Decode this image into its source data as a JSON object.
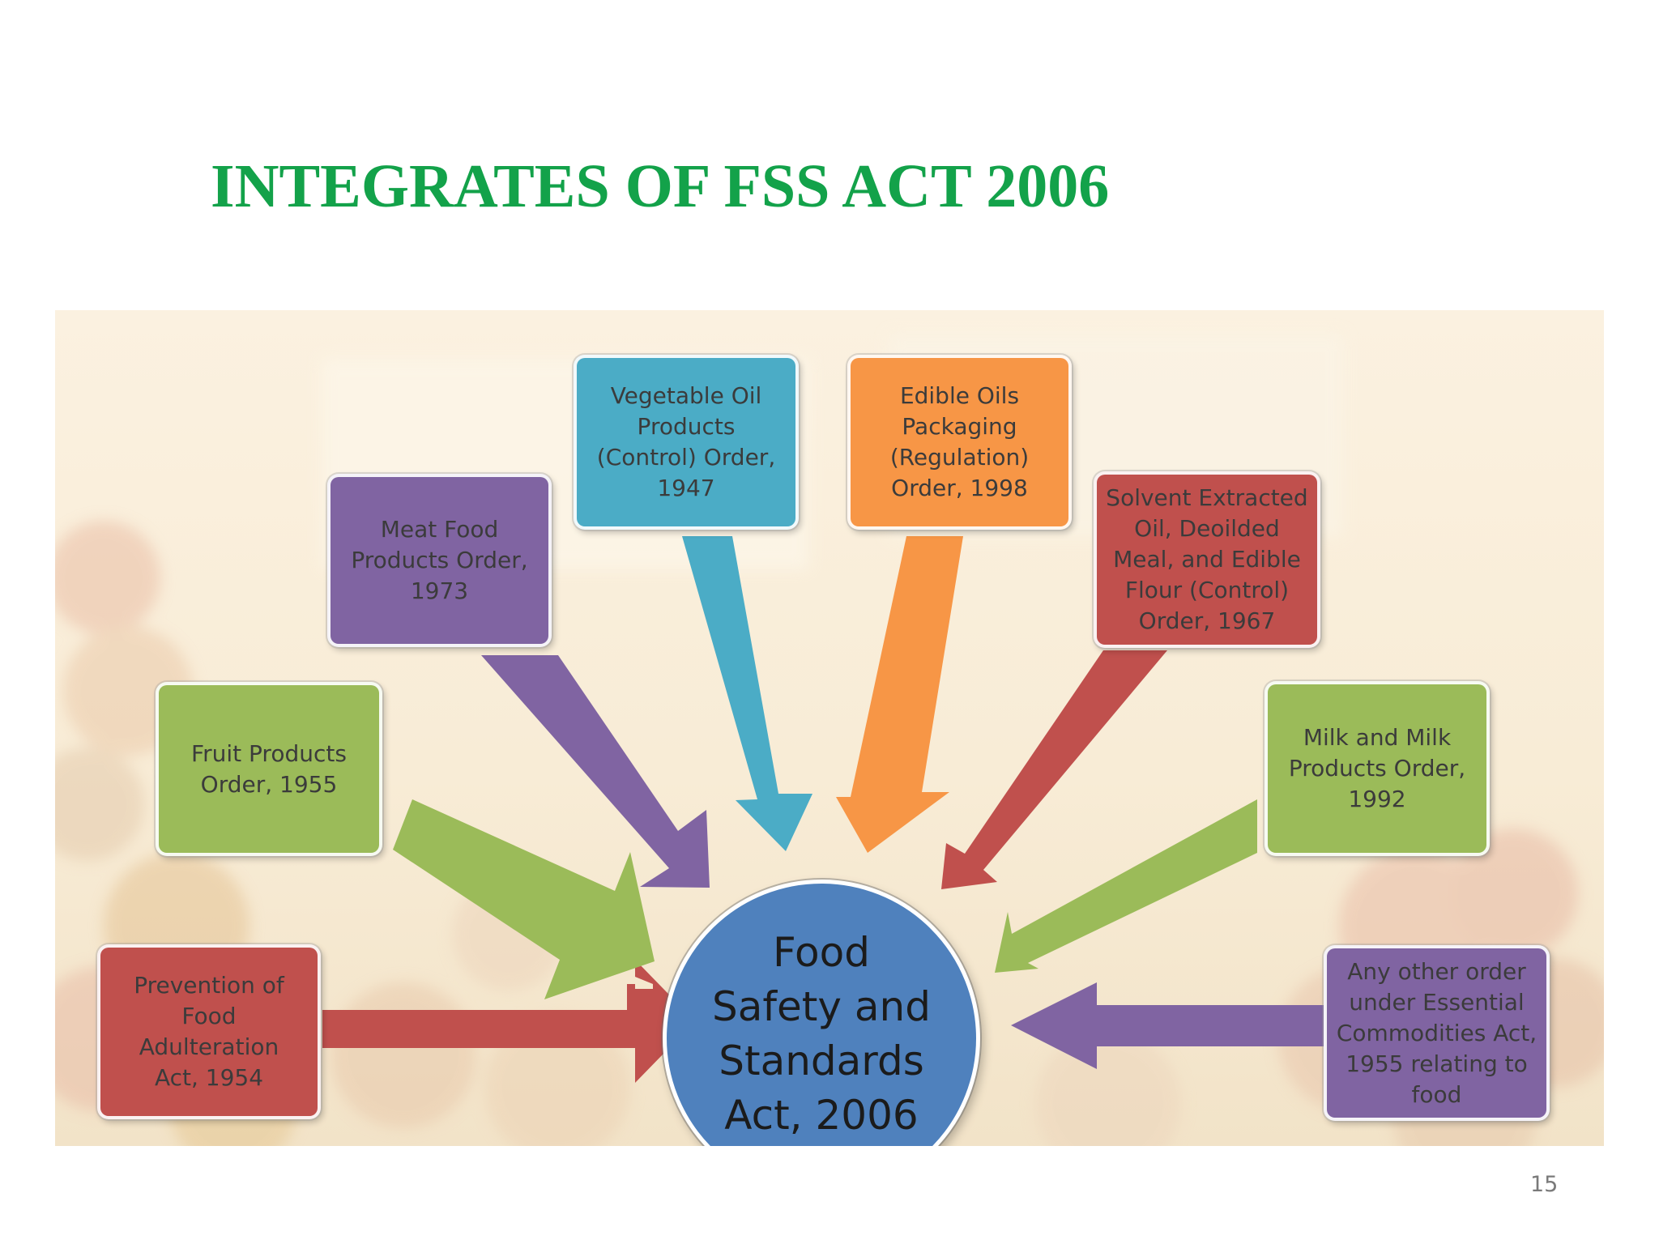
{
  "title": "INTEGRATES OF FSS ACT 2006",
  "page_number": "15",
  "center": {
    "label": "Food\nSafety and\nStandards\nAct, 2006",
    "color": "#4f81bd"
  },
  "nodes": [
    {
      "id": "prevention-food-adulteration",
      "label": "Prevention of\nFood Adulteration\nAct, 1954",
      "color": "#c0504d"
    },
    {
      "id": "fruit-products",
      "label": "Fruit Products\nOrder, 1955",
      "color": "#9bbb59"
    },
    {
      "id": "meat-food-products",
      "label": "Meat Food\nProducts Order,\n1973",
      "color": "#8064a2"
    },
    {
      "id": "vegetable-oil-products",
      "label": "Vegetable Oil\nProducts\n(Control) Order,\n1947",
      "color": "#4bacc6"
    },
    {
      "id": "edible-oils-packaging",
      "label": "Edible Oils\nPackaging\n(Regulation)\nOrder, 1998",
      "color": "#f79646"
    },
    {
      "id": "solvent-extracted-oil",
      "label": "Solvent Extracted\nOil, Deoilded\nMeal, and Edible\nFlour (Control)\nOrder, 1967",
      "color": "#c0504d"
    },
    {
      "id": "milk-products",
      "label": "Milk and Milk\nProducts Order,\n1992",
      "color": "#9bbb59"
    },
    {
      "id": "essential-commodities",
      "label": "Any other order\nunder Essential\nCommodities Act,\n1955 relating to\nfood",
      "color": "#8064a2"
    }
  ]
}
